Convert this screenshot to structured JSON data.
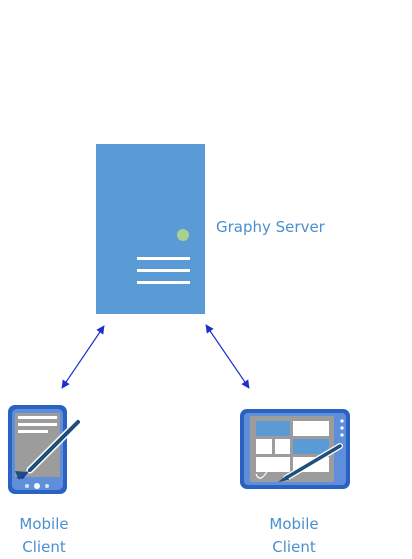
{
  "server": {
    "label": "Graphy Server",
    "color": "#5b9bd5",
    "indicator_color": "#a9d18e",
    "icon": "server-icon"
  },
  "clients": [
    {
      "label_line1": "Mobile",
      "label_line2": "Client",
      "icon": "pda-icon"
    },
    {
      "label_line1": "Mobile",
      "label_line2": "Client",
      "icon": "tablet-icon"
    }
  ],
  "colors": {
    "label_text": "#4a8fcf",
    "arrow": "#1f2fcc",
    "device_blue": "#2b62c2",
    "device_gray": "#9c9c9c",
    "pen": "#1f4e79"
  }
}
